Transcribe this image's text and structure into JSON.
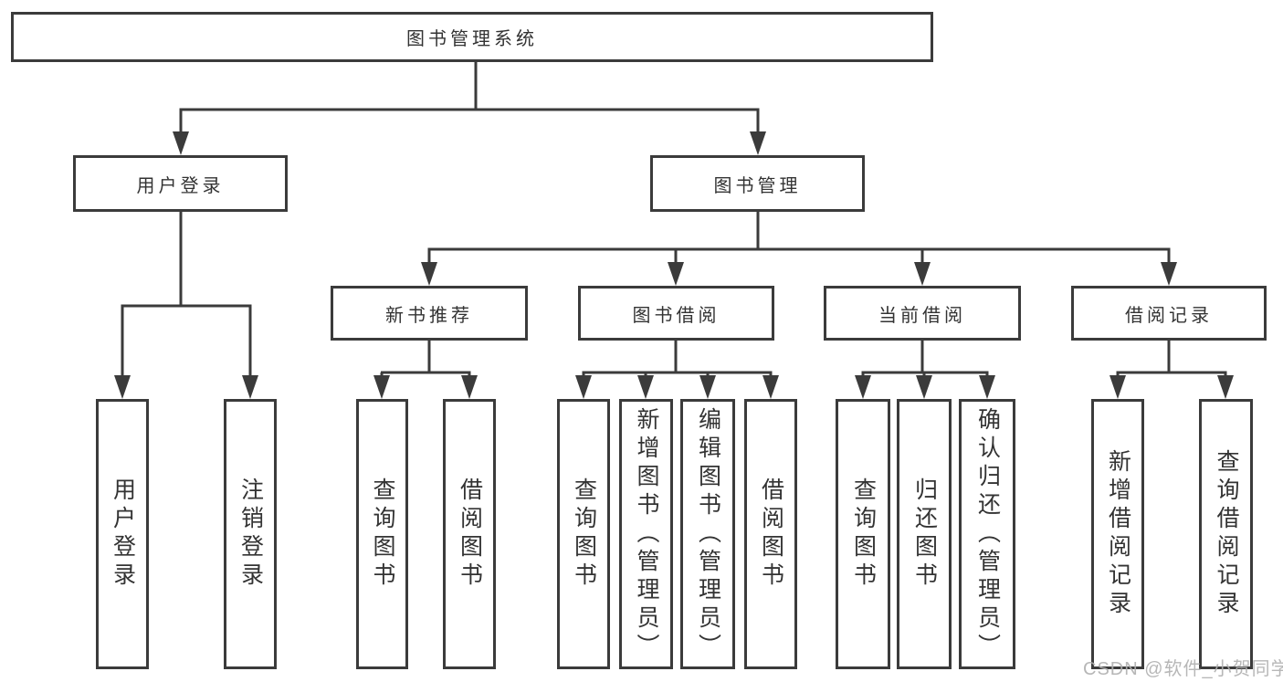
{
  "root": {
    "label": "图书管理系统"
  },
  "branches": [
    {
      "label": "用户登录",
      "children": [
        {
          "label": "用户登录"
        },
        {
          "label": "注销登录"
        }
      ]
    },
    {
      "label": "图书管理",
      "children": [
        {
          "label": "新书推荐",
          "children": [
            {
              "label": "查询图书"
            },
            {
              "label": "借阅图书"
            }
          ]
        },
        {
          "label": "图书借阅",
          "children": [
            {
              "label": "查询图书"
            },
            {
              "label": "新增图书（管理员）"
            },
            {
              "label": "编辑图书（管理员）"
            },
            {
              "label": "借阅图书"
            }
          ]
        },
        {
          "label": "当前借阅",
          "children": [
            {
              "label": "查询图书"
            },
            {
              "label": "归还图书"
            },
            {
              "label": "确认归还（管理员）"
            }
          ]
        },
        {
          "label": "借阅记录",
          "children": [
            {
              "label": "新增借阅记录"
            },
            {
              "label": "查询借阅记录"
            }
          ]
        }
      ]
    }
  ],
  "watermark": "CSDN @软件_小贺同学",
  "colors": {
    "line": "#3b3b3b",
    "text": "#333333",
    "background": "#ffffff",
    "watermark": "#afafaf"
  }
}
